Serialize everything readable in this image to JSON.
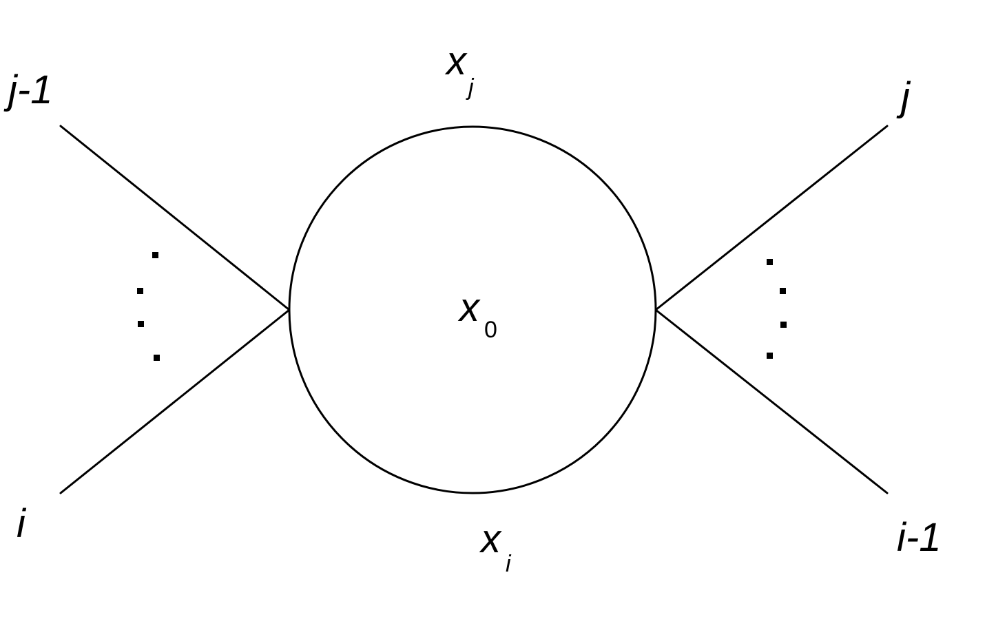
{
  "diagram": {
    "labels": {
      "top_left": "j-1",
      "bottom_left": "i",
      "top_right": "j",
      "bottom_right": "i-1",
      "top_region": {
        "symbol": "x",
        "subscript": "j"
      },
      "center_region": {
        "symbol": "x",
        "subscript": "0"
      },
      "bottom_region": {
        "symbol": "x",
        "subscript": "i"
      }
    },
    "colors": {
      "line": "#000000",
      "background": "#ffffff"
    }
  }
}
